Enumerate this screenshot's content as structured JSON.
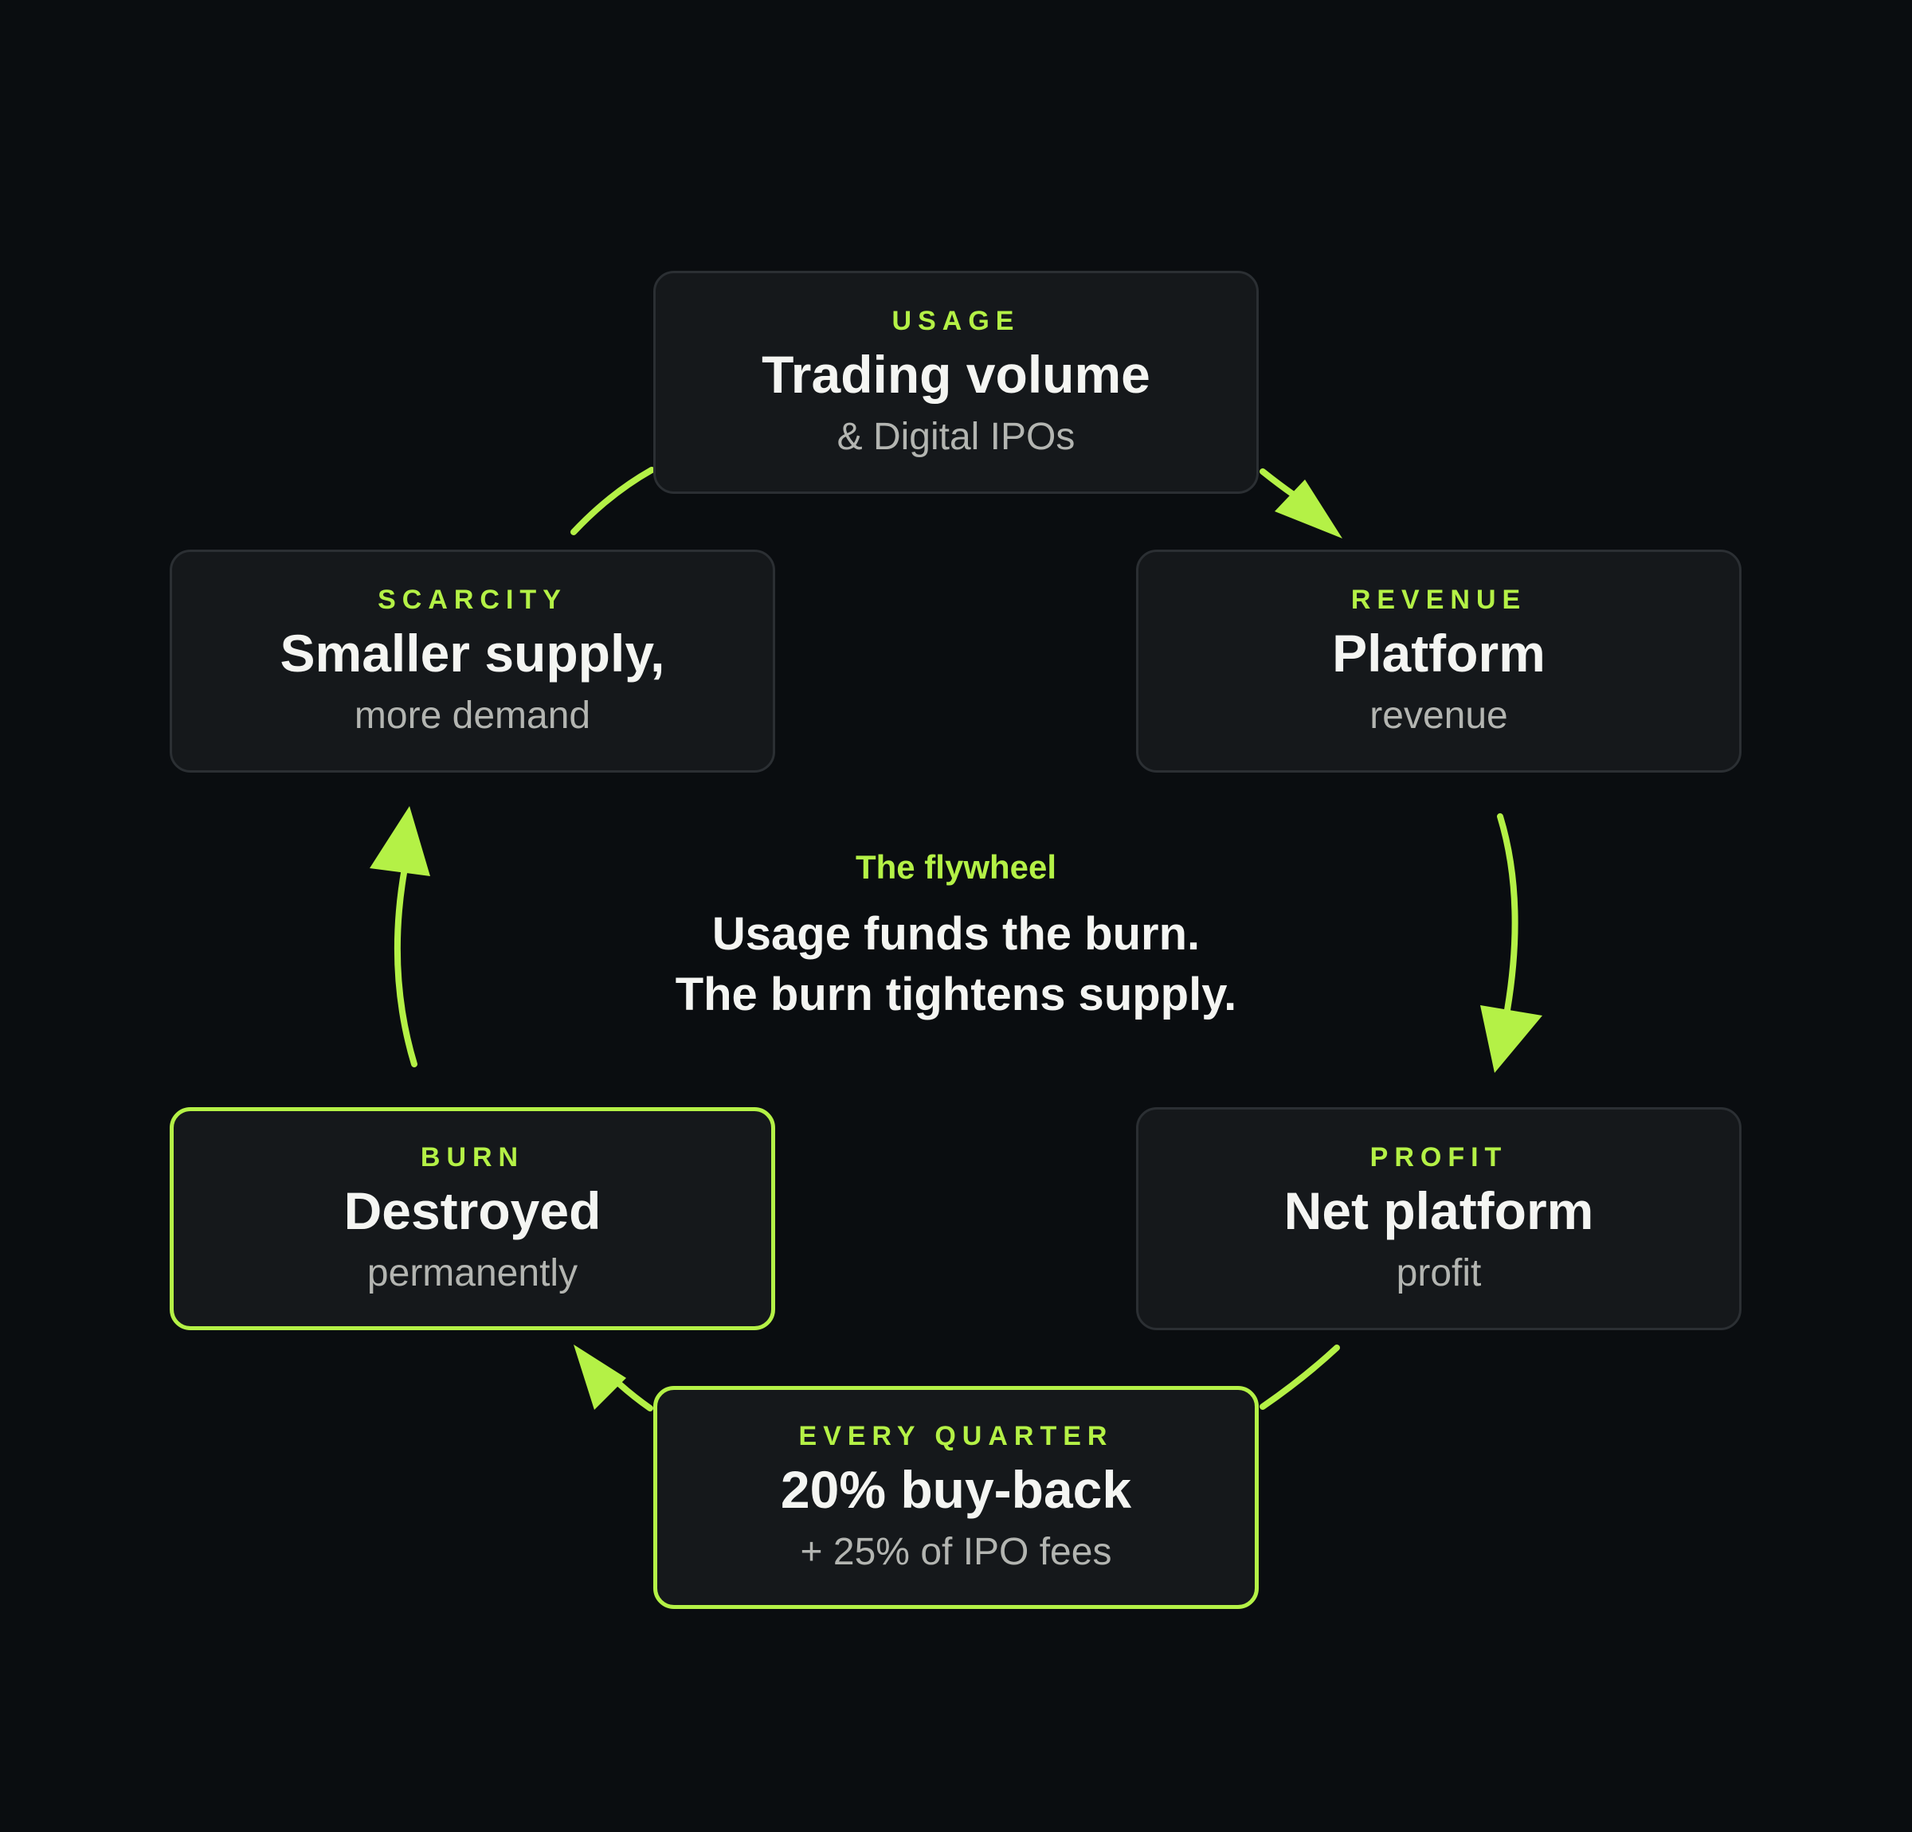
{
  "nodes": {
    "usage": {
      "eyebrow": "USAGE",
      "title": "Trading volume",
      "sub": "& Digital IPOs"
    },
    "revenue": {
      "eyebrow": "REVENUE",
      "title": "Platform",
      "sub": "revenue"
    },
    "profit": {
      "eyebrow": "PROFIT",
      "title": "Net platform",
      "sub": "profit"
    },
    "quarter": {
      "eyebrow": "EVERY QUARTER",
      "title": "20% buy-back",
      "sub": "+ 25% of IPO fees"
    },
    "burn": {
      "eyebrow": "BURN",
      "title": "Destroyed",
      "sub": "permanently"
    },
    "scarcity": {
      "eyebrow": "SCARCITY",
      "title": "Smaller supply,",
      "sub": "more demand"
    }
  },
  "center": {
    "label": "The flywheel",
    "line1": "Usage funds the burn.",
    "line2": "The burn tightens supply."
  },
  "colors": {
    "background": "#0a0d10",
    "card": "#15181b",
    "card_border": "#2b2f33",
    "accent": "#b4f146",
    "title_text": "#f4f5f2",
    "sub_text": "#b3b5b1"
  }
}
